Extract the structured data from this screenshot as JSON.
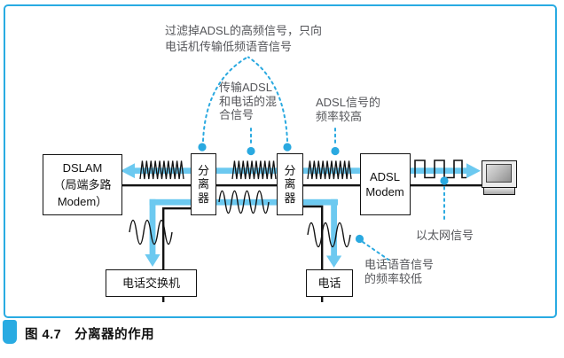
{
  "figure": {
    "caption": "图 4.7　分离器的作用"
  },
  "annotations": {
    "filter": "过滤掉ADSL的高频信号，只向\n电话机传输低频语音信号",
    "mixed": "传输ADSL\n和电话的混\n合信号",
    "adsl_high": "ADSL信号的\n频率较高",
    "ethernet": "以太网信号",
    "voice_low": "电话语音信号\n的频率较低"
  },
  "devices": {
    "dslam": "DSLAM\n（局端多路\nModem）",
    "splitter_left": "分离器",
    "splitter_right": "分离器",
    "adsl_modem": "ADSL\nModem",
    "phone_switch": "电话交换机",
    "phone": "电话"
  },
  "icons": {
    "computer": "crt-monitor-icon"
  },
  "colors": {
    "accent_blue": "#29abe2",
    "arrow_blue": "#6cc9f0",
    "dot_blue": "#2aa9e0",
    "wire_black": "#121212",
    "note_gray": "#55565a"
  }
}
